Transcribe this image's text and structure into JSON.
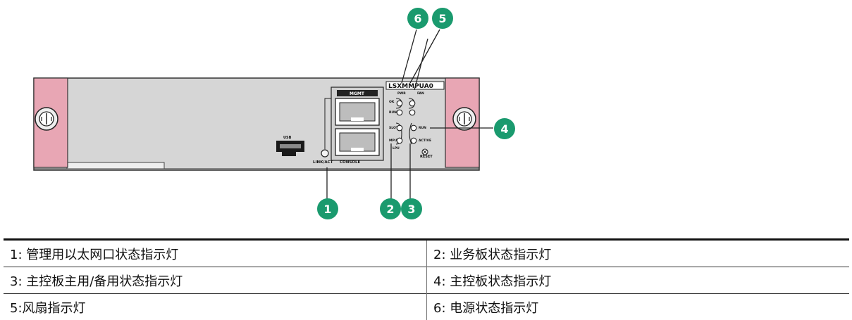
{
  "board": {
    "model_label": "LSXMMPUA0",
    "port_labels": {
      "usb": "USB",
      "mgmt_top": "MGMT",
      "link_act": "LINK/ACT",
      "console": "CONSOLE",
      "pwr": "PWR",
      "fan": "FAN",
      "ok": "OK",
      "run": "RUN",
      "slot": "SLOT",
      "active": "ACTIVE",
      "lpu": "LPU",
      "mpu": "MPU",
      "reset": "RESET"
    }
  },
  "callouts": {
    "c1": "1",
    "c2": "2",
    "c3": "3",
    "c4": "4",
    "c5": "5",
    "c6": "6"
  },
  "legend": {
    "rows": [
      {
        "left": "1: 管理用以太网口状态指示灯",
        "right": "2: 业务板状态指示灯"
      },
      {
        "left": "3: 主控板主用/备用状态指示灯",
        "right": "4: 主控板状态指示灯"
      },
      {
        "left": "5:风扇指示灯",
        "right": "6: 电源状态指示灯"
      }
    ]
  },
  "colors": {
    "callout": "#1a9a6e",
    "ear": "#e8a6b4",
    "panel": "#d4d4d4"
  }
}
